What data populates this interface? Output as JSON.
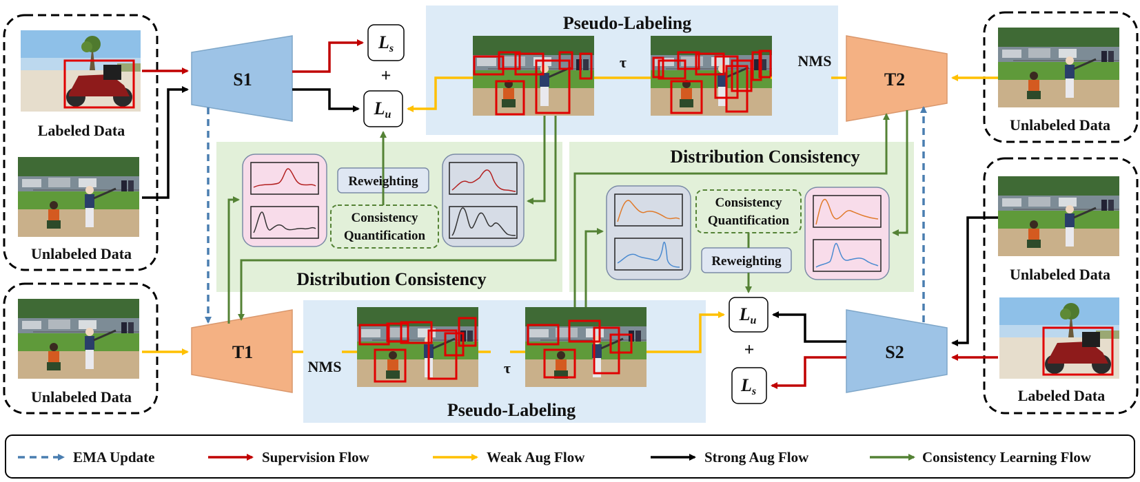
{
  "pseudo_labeling": "Pseudo-Labeling",
  "distribution_consistency": "Distribution Consistency",
  "labeled_data": "Labeled Data",
  "unlabeled_data": "Unlabeled Data",
  "reweighting": "Reweighting",
  "consistency_quantification_line1": "Consistency",
  "consistency_quantification_line2": "Quantification",
  "nms": "NMS",
  "tau": "τ",
  "plus": "+",
  "models": {
    "s1": "S1",
    "s2": "S2",
    "t1": "T1",
    "t2": "T2"
  },
  "loss": {
    "supervised_main": "L",
    "supervised_sub": "s",
    "unsup_main": "L",
    "unsup_sub": "u"
  },
  "legend": {
    "ema": "EMA Update",
    "supervision": "Supervision Flow",
    "weak": "Weak Aug Flow",
    "strong": "Strong Aug Flow",
    "consistency": "Consistency Learning Flow"
  },
  "colors": {
    "student": "#9dc3e6",
    "teacher": "#f4b183",
    "pseudo_bg": "#ddebf7",
    "consistency_bg": "#e2f0d9",
    "supervision": "#c00000",
    "weak": "#ffc000",
    "strong": "#000000",
    "consistency": "#548235",
    "ema": "#4a7eb0"
  }
}
